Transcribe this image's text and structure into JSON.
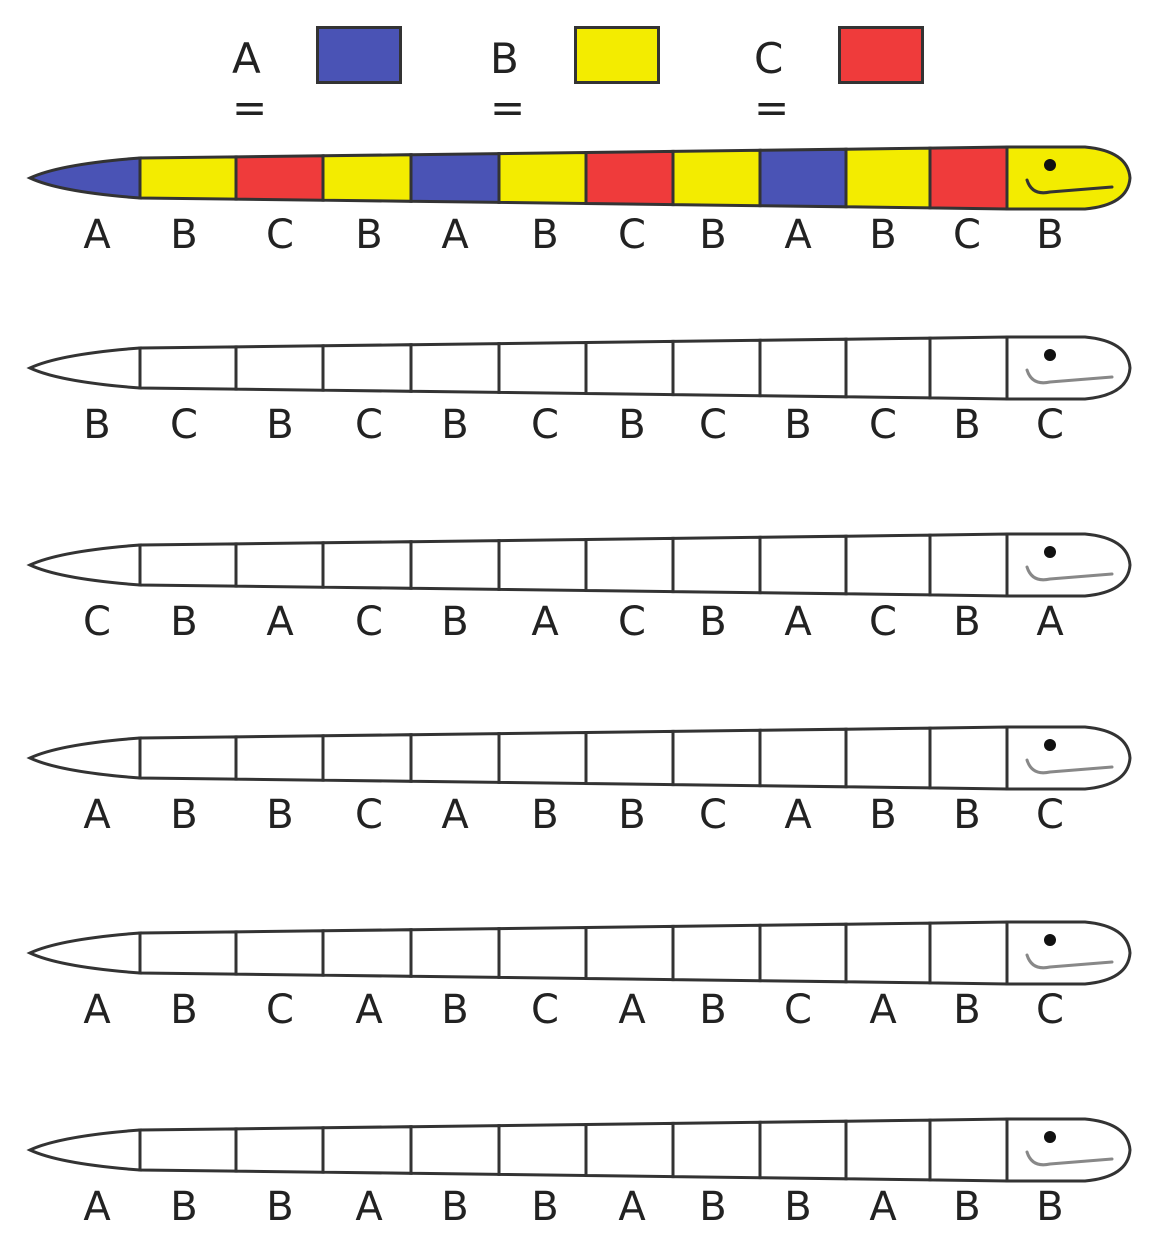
{
  "colors": {
    "A": "#4a53b5",
    "B": "#f3ec00",
    "C": "#ef3b3b"
  },
  "legend": [
    {
      "label": "A =",
      "key": "A"
    },
    {
      "label": "B =",
      "key": "B"
    },
    {
      "label": "C =",
      "key": "C"
    }
  ],
  "snakes": [
    {
      "letters": [
        "A",
        "B",
        "C",
        "B",
        "A",
        "B",
        "C",
        "B",
        "A",
        "B",
        "C",
        "B"
      ],
      "colored": true
    },
    {
      "letters": [
        "B",
        "C",
        "B",
        "C",
        "B",
        "C",
        "B",
        "C",
        "B",
        "C",
        "B",
        "C"
      ],
      "colored": false
    },
    {
      "letters": [
        "C",
        "B",
        "A",
        "C",
        "B",
        "A",
        "C",
        "B",
        "A",
        "C",
        "B",
        "A"
      ],
      "colored": false
    },
    {
      "letters": [
        "A",
        "B",
        "B",
        "C",
        "A",
        "B",
        "B",
        "C",
        "A",
        "B",
        "B",
        "C"
      ],
      "colored": false
    },
    {
      "letters": [
        "A",
        "B",
        "C",
        "A",
        "B",
        "C",
        "A",
        "B",
        "C",
        "A",
        "B",
        "C"
      ],
      "colored": false
    },
    {
      "letters": [
        "A",
        "B",
        "B",
        "A",
        "B",
        "B",
        "A",
        "B",
        "B",
        "A",
        "B",
        "B"
      ],
      "colored": false
    }
  ]
}
